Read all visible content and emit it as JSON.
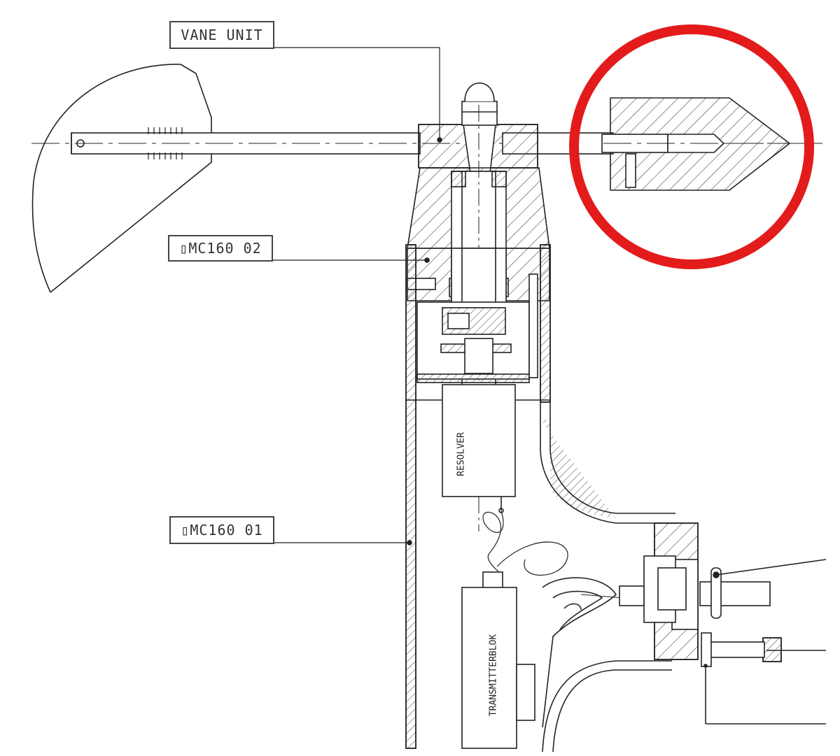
{
  "labels": {
    "vane_unit": "VANE UNIT",
    "omc160_02": "▯MC160 02",
    "omc160_01": "▯MC160 01",
    "resolver": "RESOLVER",
    "transmitterblok": "TRANSMITTERBLOK"
  },
  "colors": {
    "line": "#222222",
    "hatch": "#444444",
    "highlight": "#e31b1b"
  }
}
